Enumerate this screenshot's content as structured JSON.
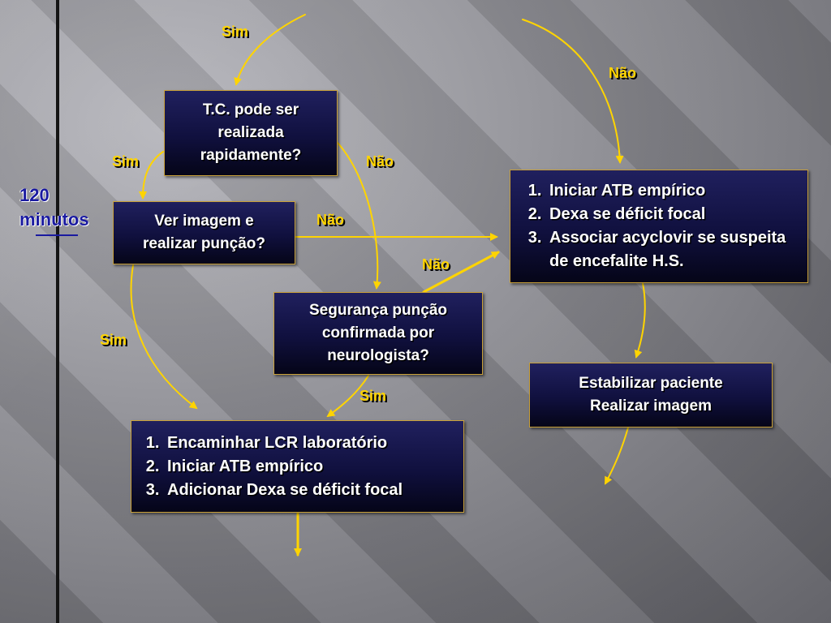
{
  "timeline": {
    "label_line1": "120",
    "label_line2": "minutos"
  },
  "nodes": {
    "tc": {
      "lines": [
        "T.C. pode ser",
        "realizada",
        "rapidamente?"
      ]
    },
    "ver_imagem": {
      "lines": [
        "Ver imagem e",
        "realizar punção?"
      ]
    },
    "seguranca": {
      "lines": [
        "Segurança punção",
        "confirmada por",
        "neurologista?"
      ]
    },
    "iniciar_atb": {
      "items": [
        "Iniciar ATB empírico",
        "Dexa se déficit focal",
        "Associar acyclovir se suspeita de encefalite H.S."
      ]
    },
    "estabilizar": {
      "lines": [
        "Estabilizar paciente",
        "Realizar imagem"
      ]
    },
    "encaminhar": {
      "items": [
        "Encaminhar LCR laboratório",
        "Iniciar ATB empírico",
        "Adicionar Dexa se déficit focal"
      ]
    }
  },
  "edge_labels": {
    "top_sim": "Sim",
    "top_nao": "Não",
    "tc_sim": "Sim",
    "tc_nao": "Não",
    "ver_nao": "Não",
    "seg_nao": "Não",
    "ver_sim": "Sim",
    "seg_sim": "Sim"
  },
  "colors": {
    "box_border": "#c9a13a",
    "box_fill": "#14144a",
    "arrow": "#ffd400",
    "label": "#ffd400",
    "time_label": "#1a1aa0"
  }
}
